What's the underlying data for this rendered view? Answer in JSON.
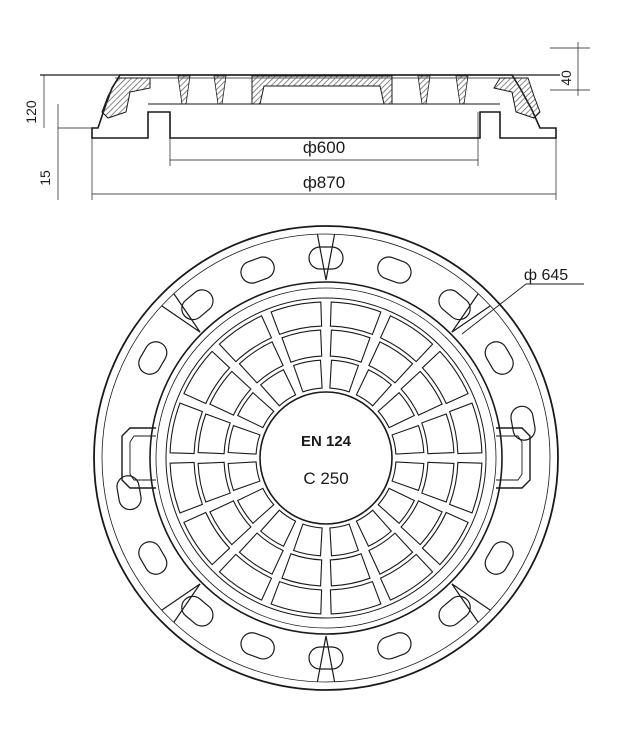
{
  "section_view": {
    "dims": {
      "total_height": "120",
      "flange_thickness": "15",
      "cover_height": "40",
      "inner_diameter": "ф600",
      "outer_diameter": "ф870"
    }
  },
  "plan_view": {
    "center_text": {
      "standard": "EN 124",
      "load_class": "C 250"
    },
    "dims": {
      "cover_diameter": "ф 645"
    }
  },
  "colors": {
    "ink": "#1a1a1a",
    "paper": "#ffffff",
    "hatch": "#555555"
  }
}
